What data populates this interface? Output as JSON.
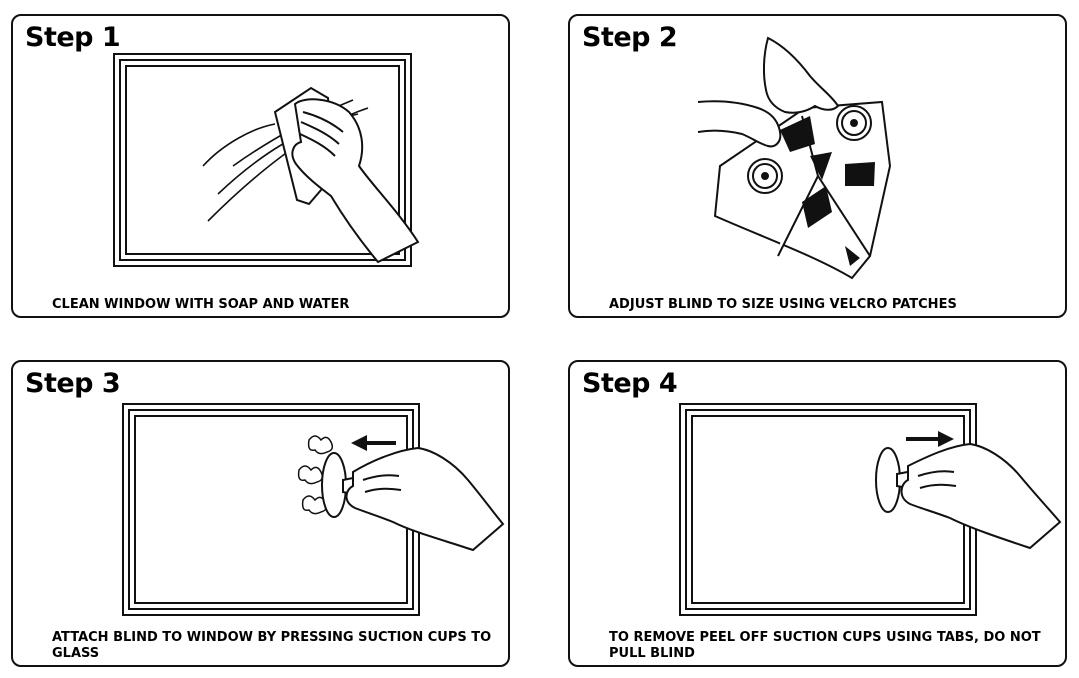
{
  "steps": [
    {
      "title": "Step 1",
      "caption": "CLEAN WINDOW WITH SOAP AND WATER"
    },
    {
      "title": "Step 2",
      "caption": "ADJUST BLIND TO SIZE USING VELCRO PATCHES"
    },
    {
      "title": "Step 3",
      "caption": "ATTACH BLIND TO WINDOW BY PRESSING SUCTION CUPS TO GLASS"
    },
    {
      "title": "Step 4",
      "caption": "TO REMOVE PEEL OFF SUCTION CUPS USING TABS, DO NOT PULL BLIND"
    }
  ],
  "colors": {
    "line": "#111111",
    "fill": "#ffffff"
  },
  "icons": {
    "step1": [
      "window-frame-icon",
      "cloth-icon",
      "wiping-hand-icon"
    ],
    "step2": [
      "hand-icon",
      "blind-sheet-icon",
      "suction-cup-icon",
      "velcro-patch-icon"
    ],
    "step3": [
      "window-frame-icon",
      "suction-cup-icon",
      "arrow-left-icon",
      "pressing-hand-icon"
    ],
    "step4": [
      "window-frame-icon",
      "suction-cup-icon",
      "arrow-right-icon",
      "peeling-hand-icon"
    ]
  }
}
